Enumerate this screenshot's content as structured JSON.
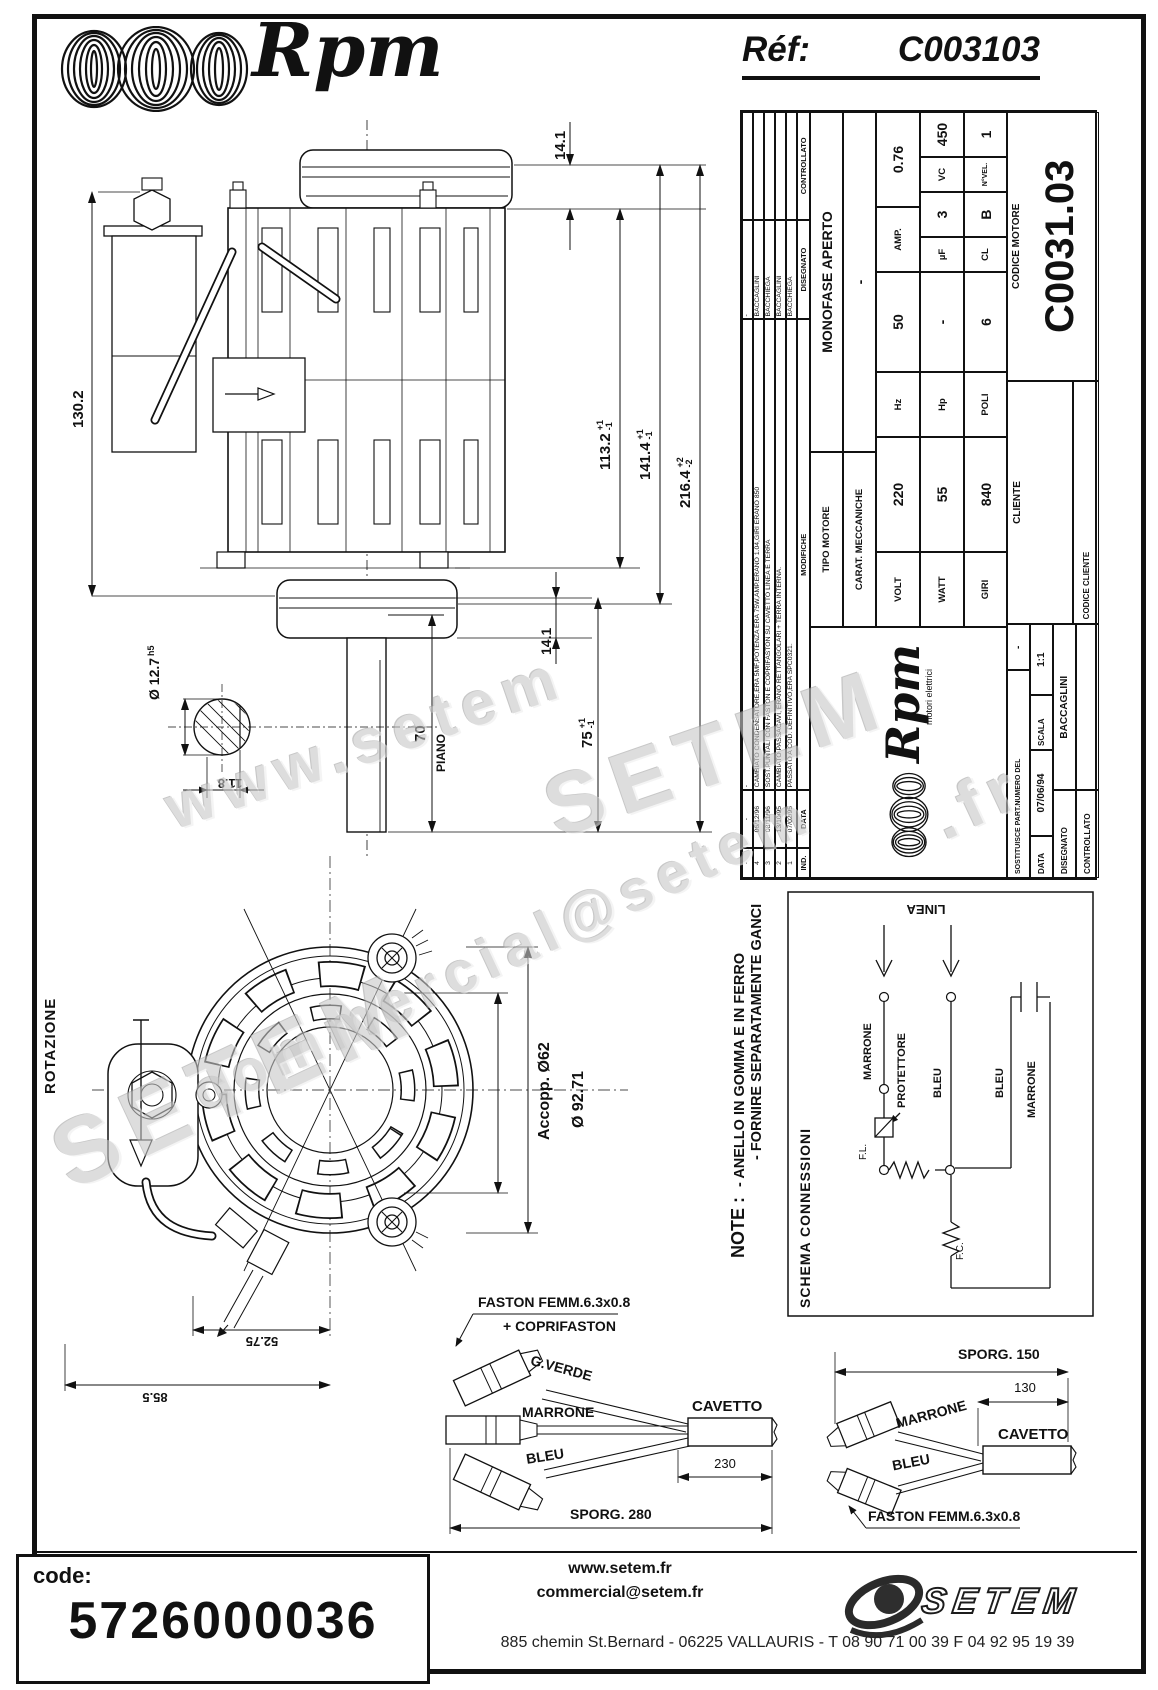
{
  "header": {
    "brand": "Rpm",
    "ref_label": "Réf:",
    "ref_value": "C003103"
  },
  "title_block": {
    "rev_headers": {
      "ind": "IND.",
      "date": "DATA",
      "text": "MODIFICHE",
      "drawn": "DISEGNATO",
      "checked": "CONTROLLATO"
    },
    "revisions": [
      {
        "ind": "-",
        "date": "-",
        "text": "-",
        "drawn": "-",
        "checked": ""
      },
      {
        "ind": "4",
        "date": "06/12/96",
        "text": "CAMBIATO CONDENSATORE,ERA 5MF,POTENZA ERA 75W,AMP.ERANO 1.04,GIRI ERANO 850",
        "drawn": "BACCAGLINI",
        "checked": ""
      },
      {
        "ind": "3",
        "date": "08/11/96",
        "text": "SOST.PUNTALI CON FASTON E COPRIFASTON SU CAVETTO LINEA E TERRA",
        "drawn": "BACCHIEGA",
        "checked": ""
      },
      {
        "ind": "2",
        "date": "13/10/95",
        "text": "CAMBIATO PASSACAVI, ERANO RETTANGOLARI + TERRA INTERNA.",
        "drawn": "BACCAGLINI",
        "checked": ""
      },
      {
        "ind": "1",
        "date": "07/02/95",
        "text": "PASSATO A COD. DEFINITIVO,ERA SPC0321.",
        "drawn": "BACCHIEGA",
        "checked": ""
      }
    ],
    "brand": {
      "name": "Rpm",
      "tagline": "motori elettrici"
    },
    "tipo_label": "TIPO MOTORE",
    "tipo_value": "MONOFASE APERTO",
    "carat_label": "CARAT. MECCANICHE",
    "carat_value": "-",
    "specs": {
      "volt_label": "VOLT",
      "volt": "220",
      "hz_label": "Hz",
      "hz": "50",
      "amp_label": "AMP.",
      "amp": "0.76",
      "watt_label": "WATT",
      "watt": "55",
      "hp_label": "Hp",
      "hp": "-",
      "uf_label": "µF",
      "uf": "3",
      "vc_label": "VC",
      "vc": "450",
      "giri_label": "GIRI",
      "giri": "840",
      "poli_label": "POLI",
      "poli": "6",
      "cl_label": "CL",
      "cl": "B",
      "nvel_label": "N°VEL.",
      "nvel": "1"
    },
    "sostituisce_label": "SOSTITUISCE PART.NUMERO DEL",
    "sostituisce_value": "-",
    "data_label": "DATA",
    "data_value": "07/06/94",
    "scala_label": "SCALA",
    "scala_value": "1:1",
    "disegnato_label": "DISEGNATO",
    "disegnato_value": "BACCAGLINI",
    "controllato_label": "CONTROLLATO",
    "controllato_value": "",
    "cliente_label": "CLIENTE",
    "codice_cliente_label": "CODICE CLIENTE",
    "codice_motore_label": "CODICE MOTORE",
    "codice_motore": "C0031.03"
  },
  "side_view": {
    "dims": {
      "d14_top": "14.1",
      "d130": "130.2",
      "d113": "113.2",
      "d141": "141.4",
      "d216": "216.4",
      "tol1p": "+1",
      "tol1m": "-1",
      "tol2p": "+2",
      "tol2m": "-2",
      "d14_bot": "14.1",
      "d75": "75",
      "d70": "70",
      "piano": "PIANO",
      "dia127": "Ø 12.7",
      "h5": "h5",
      "d118": "11.8"
    }
  },
  "front_view": {
    "rotazione": "ROTAZIONE",
    "accopp": "Accopp. Ø62",
    "dia9271": "Ø 92.71",
    "d5275": "52.75",
    "d855": "85.5"
  },
  "note": {
    "label": "NOTE :",
    "line1": "- ANELLO IN GOMMA E IN FERRO",
    "line2": "- FORNIRE SEPARATAMENTE GANCI"
  },
  "schema": {
    "title": "SCHEMA CONNESSIONI",
    "linea": "LINEA",
    "marrone1": "MARRONE",
    "protettore": "PROTETTORE",
    "bleu1": "BLEU",
    "bleu2": "BLEU",
    "marrone2": "MARRONE",
    "fl": "F.L.",
    "fc": "F.C."
  },
  "cable_left": {
    "faston": "FASTON FEMM.6.3x0.8",
    "coprifaston": "+ COPRIFASTON",
    "gverde": "G.VERDE",
    "marrone": "MARRONE",
    "bleu": "BLEU",
    "cavetto": "CAVETTO",
    "d230": "230",
    "sporg": "SPORG. 280"
  },
  "cable_right": {
    "sporg": "SPORG. 150",
    "d130": "130",
    "marrone": "MARRONE",
    "bleu": "BLEU",
    "cavetto": "CAVETTO",
    "faston": "FASTON FEMM.6.3x0.8"
  },
  "footer": {
    "code_label": "code:",
    "code_value": "5726000036",
    "site": "www.setem.fr",
    "email": "commercial@setem.fr",
    "brand": "SETEM",
    "address": "885 chemin St.Bernard  -  06225 VALLAURIS  -  T 08 90 71 00 39   F 04 92 95 19 39"
  },
  "watermarks": {
    "wm1": "www.setem",
    "wm2": "SETEM",
    "wm3": "commercial@setem",
    "wm4": "SETEM",
    "wm5": ".fr"
  }
}
